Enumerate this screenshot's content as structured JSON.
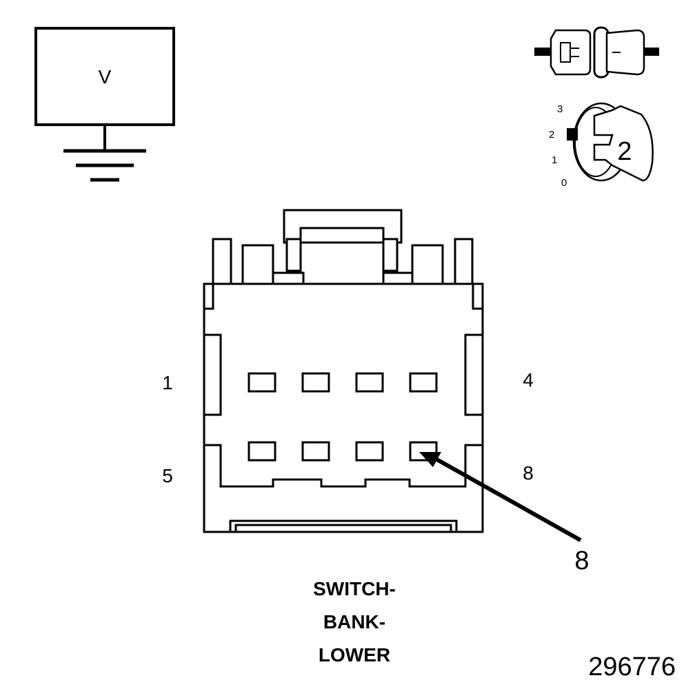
{
  "meter": {
    "symbol": "V"
  },
  "ignition": {
    "positions": [
      "3",
      "2",
      "1",
      "0"
    ],
    "key_number": "2",
    "active_position": "2"
  },
  "connector": {
    "pin_labels": {
      "top_left": "1",
      "top_right": "4",
      "bottom_left": "5",
      "bottom_right": "8"
    },
    "callout": "8",
    "caption": [
      "SWITCH-",
      "BANK-",
      "LOWER"
    ]
  },
  "figure_id": "296776"
}
